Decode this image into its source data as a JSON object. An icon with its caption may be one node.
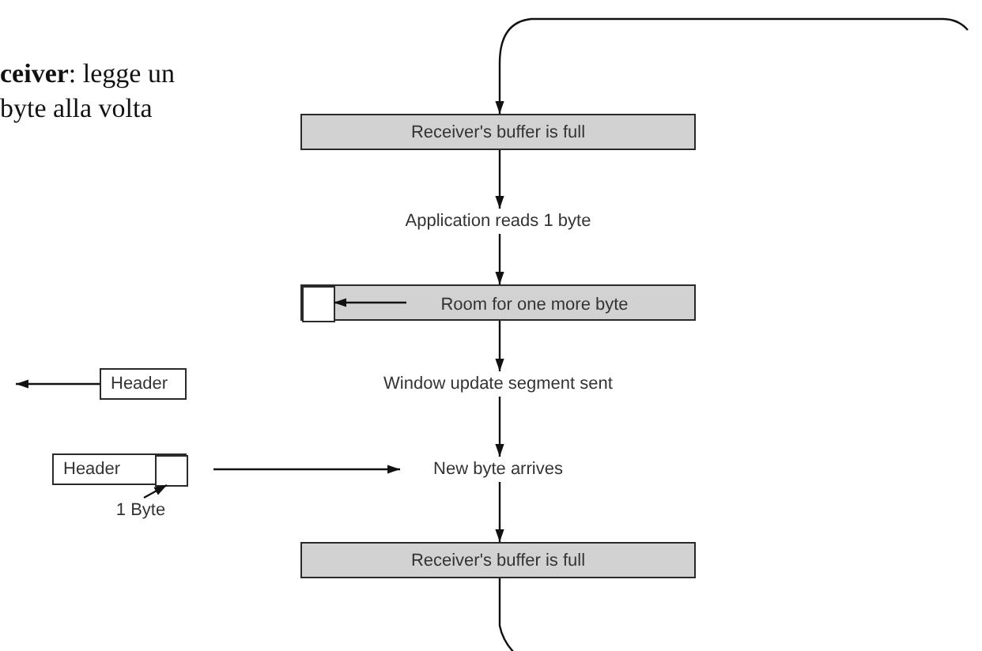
{
  "diagram": {
    "nodes": [
      {
        "text": [
          "Receiver's buffer is full"
        ]
      },
      {
        "text": [
          "Application reads 1 byte"
        ]
      },
      {
        "text": [],
        "shape": "bar"
      },
      {
        "text": [],
        "shape": "box",
        "in": 2
      },
      {
        "text": [
          "Room for one more byte"
        ],
        "in": 2
      },
      {
        "text": [
          "Header"
        ]
      },
      {
        "text": [
          "Window update segment sent"
        ]
      },
      {
        "text": [
          "Header"
        ]
      },
      {
        "text": [],
        "shape": "box",
        "in": 7
      },
      {
        "text": [
          "New byte arrives"
        ]
      },
      {
        "text": [
          "1 Byte"
        ]
      },
      {
        "text": [
          "Receiver's buffer is full"
        ]
      }
    ],
    "edges": [
      {
        "from": null,
        "to": 0,
        "arrow": "to"
      },
      {
        "from": 0,
        "to": 1,
        "arrow": "to"
      },
      {
        "from": 1,
        "to": 2,
        "arrow": "to"
      },
      {
        "from": 4,
        "to": 3,
        "arrow": "to"
      },
      {
        "from": 2,
        "to": 6,
        "arrow": "to"
      },
      {
        "from": 5,
        "to": null,
        "arrow": "to"
      },
      {
        "from": 6,
        "to": 9,
        "arrow": "to"
      },
      {
        "from": null,
        "to": 9,
        "arrow": "to"
      },
      {
        "from": 10,
        "to": 8,
        "arrow": "to"
      },
      {
        "from": 9,
        "to": 11,
        "arrow": "to"
      },
      {
        "from": 11,
        "to": null,
        "arrow": "none"
      }
    ],
    "labels": [
      "**ceiver**: legge un byte alla volta"
    ]
  }
}
